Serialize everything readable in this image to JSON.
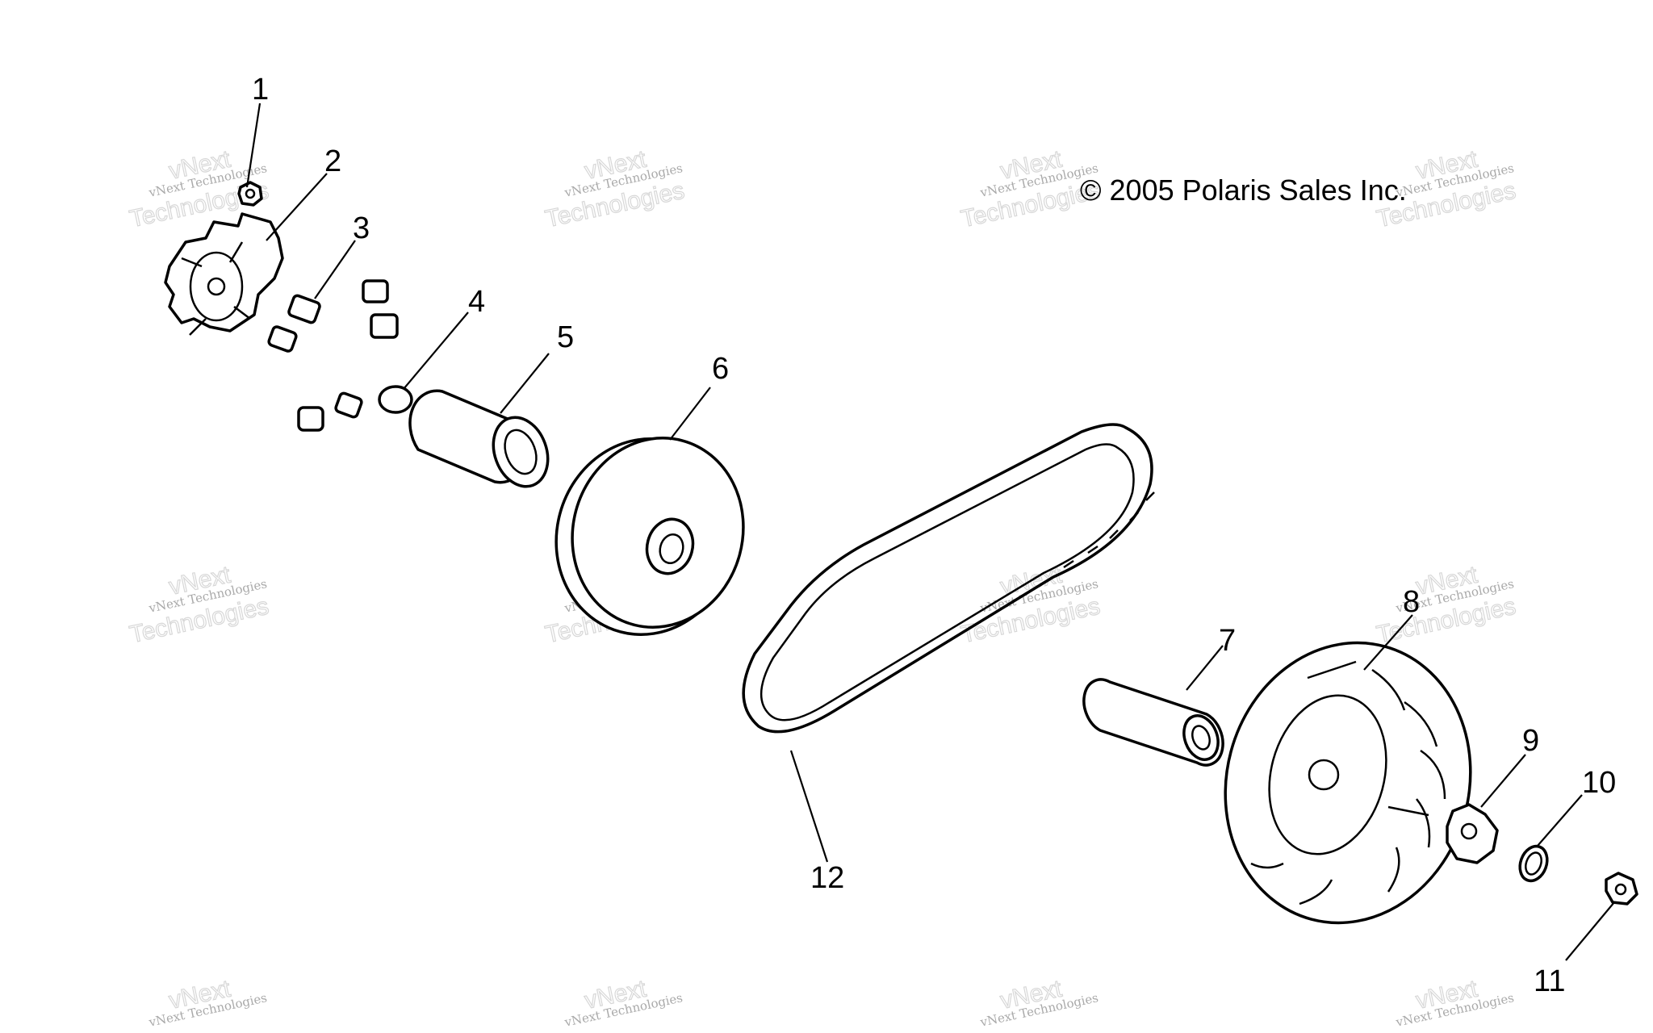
{
  "diagram": {
    "copyright": "© 2005 Polaris Sales Inc.",
    "watermark_lines": [
      "vNext Technologies",
      "vNext",
      "Technologies"
    ],
    "callouts": [
      "1",
      "2",
      "3",
      "4",
      "5",
      "6",
      "7",
      "8",
      "9",
      "10",
      "11",
      "12"
    ]
  }
}
